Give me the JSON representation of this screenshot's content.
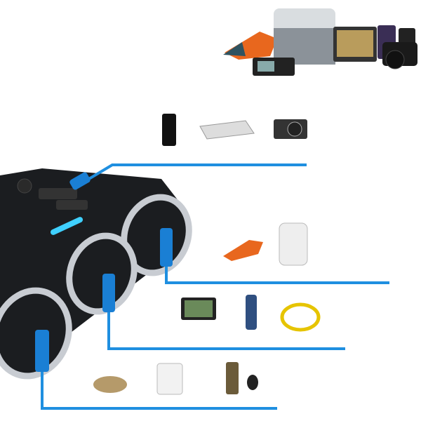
{
  "colors": {
    "cable": "#1f8fe0",
    "plug": "#1a7fd4",
    "body": "#1b1d20",
    "chrome": "#c8ccd2",
    "led": "#3fd0ff"
  },
  "devices": {
    "banner": [
      "vacuum",
      "dashcam",
      "fridge",
      "gps",
      "phones",
      "camera"
    ],
    "row1": [
      "smartphone",
      "tablet",
      "camera"
    ],
    "row2": [
      "vacuum",
      "mini-fridge"
    ],
    "row3": [
      "gps",
      "thermos",
      "air-compressor"
    ],
    "row4": [
      "air-purifier",
      "mini-fridge",
      "thermos-cup"
    ]
  }
}
